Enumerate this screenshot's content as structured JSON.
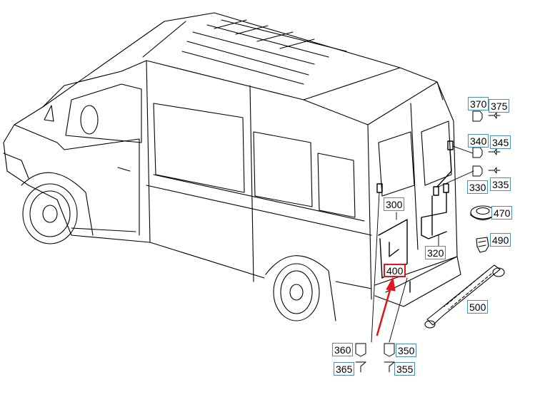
{
  "colors": {
    "line": "#000000",
    "callout_border": "#4a8fb5",
    "highlight": "#e3141e"
  },
  "callouts": {
    "p300": "300",
    "p320": "320",
    "p330": "330",
    "p335": "335",
    "p340": "340",
    "p345": "345",
    "p350": "350",
    "p355": "355",
    "p360": "360",
    "p365": "365",
    "p370": "370",
    "p375": "375",
    "p400": "400",
    "p470": "470",
    "p490": "490",
    "p500": "500"
  }
}
